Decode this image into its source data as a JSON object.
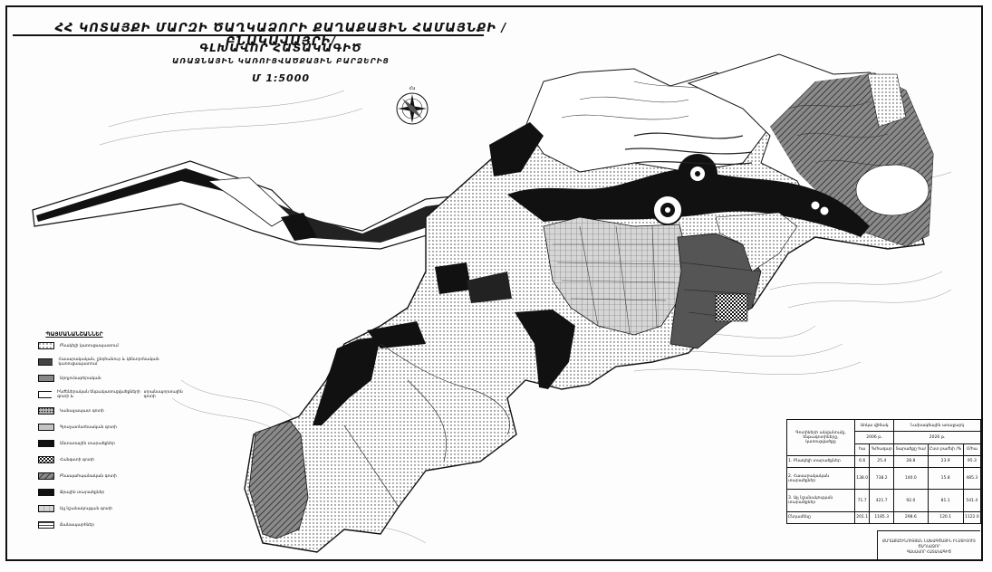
{
  "title": {
    "line1": "ՀՀ ԿՈՏԱՅՔԻ ՄԱՐԶԻ ԾԱՂԿԱՁՈՐԻ ՔԱՂԱՔԱՅԻՆ ՀԱՄԱՅՆՔԻ /ԲՆԱԿԱՎԱՅՐԻ/",
    "line2": "ԳԼԽԱՎՈՐ ՀԱՏԱԿԱԳԻԾ",
    "line3": "ԱՌԱՋՆԱՅԻՆ ԿԱՌՈՒՑՎԱԾՔԱՅԻՆ ԲԱՐՁԵՐԻՑ",
    "scale": "Մ 1:5000"
  },
  "legend": {
    "title": "ՊԱՅՄԱՆԱՆՇԱՆՆԵՐ",
    "items": [
      {
        "label": "Բնակելի կառուցապատում",
        "fill": "dots"
      },
      {
        "label": "Հասարակական, ընդհանուր և կենտրոնական կառուցապատում",
        "fill": "dark-grey"
      },
      {
        "label": "Արդյունաբերական",
        "fill": "mid-grey"
      },
      {
        "label": "Ինժեներական ենթակառուցվածքների գոտի և",
        "label2": "տրանսպորտային գոտի",
        "fill": "white"
      },
      {
        "label": "Կանաչապատ գոտի",
        "fill": "dense-dots"
      },
      {
        "label": "Գյուղատնտեսական գոտի",
        "fill": "light-grey"
      },
      {
        "label": "Անտառային տարածքներ",
        "fill": "black"
      },
      {
        "label": "Հանգստի գոտի",
        "fill": "checker"
      },
      {
        "label": "Բնապահպանական գոտի",
        "fill": "diagonal"
      },
      {
        "label": "Ջրային տարածքներ",
        "fill": "black"
      },
      {
        "label": "Այլ նշանակության գոտի",
        "fill": "cross"
      },
      {
        "label": "Ճանապարհներ",
        "fill": "stripes"
      }
    ]
  },
  "table": {
    "head_col1": "Գոտիների անվանումը, ենթագոտիները, կառուցվածքը",
    "head_group1": "Առկա վիճակ",
    "head_group1_year": "2006 թ.",
    "head_group2": "Նախագծային առաջարկ",
    "head_group2_year": "2026 թ.",
    "sub_ha": "հա",
    "sub_pct": "%/հազար",
    "sub_a": "Տարածքը հա/",
    "sub_b": "Ըստ բաժնի /%",
    "sub_c": "Մ/հա",
    "rows": [
      {
        "name": "1. Բնակելի տարածքներ",
        "v": [
          "6.6",
          "25.4",
          "28.8",
          "23.9",
          "95.3"
        ]
      },
      {
        "name": "2. Հասարակական տարածքներ",
        "v": [
          "138.0",
          "738.2",
          "140.0",
          "15.8",
          "485.3"
        ]
      },
      {
        "name": "3. Այլ նշանակության տարածքներ",
        "v": [
          "71.7",
          "421.7",
          "92.0",
          "81.1",
          "541.4"
        ]
      },
      {
        "name": "Ընդամենը",
        "v": [
          "201.1",
          "1185.3",
          "298.6",
          "120.1",
          "1122.0"
        ]
      }
    ]
  },
  "stamp": {
    "line1": "ՔԱՂԱՔԱՇԻՆՈՒԹՅԱՆ ՆԱԽԱԳԾԱՅԻՆ ԻՆՍՏԻՏՈՒՏ",
    "line2": "ԾԱՂԿԱՁՈՐ",
    "line3": "ԳԼԽԱՎՈՐ ՀԱՏԱԿԱԳԻԾ"
  },
  "compass_label": "Հս",
  "colors": {
    "ink": "#111111",
    "dark": "#222222",
    "mid": "#777777",
    "light": "#bdbdbd",
    "paper": "#fdfdfd"
  }
}
